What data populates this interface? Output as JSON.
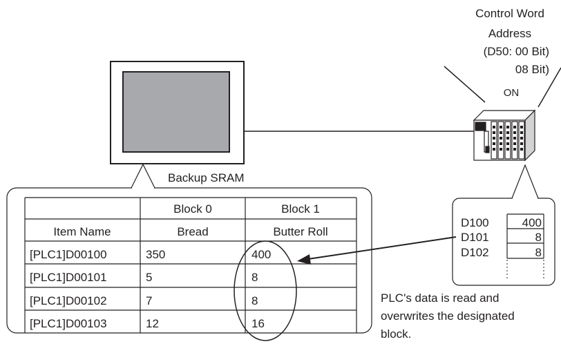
{
  "control_word": {
    "line1": "Control Word",
    "line2": "Address",
    "line3": "(D50: 00 Bit)",
    "line4": "08 Bit)",
    "state": "ON"
  },
  "backup_label": "Backup SRAM",
  "sram_table": {
    "headers": [
      "",
      "Block 0",
      "Block 1"
    ],
    "rows": [
      [
        "Item Name",
        "Bread",
        "Butter Roll"
      ],
      [
        "[PLC1]D00100",
        "350",
        "400"
      ],
      [
        "[PLC1]D00101",
        "5",
        "8"
      ],
      [
        "[PLC1]D00102",
        "7",
        "8"
      ],
      [
        "[PLC1]D00103",
        "12",
        "16"
      ]
    ]
  },
  "plc_data": [
    {
      "address": "D100",
      "value": "400"
    },
    {
      "address": "D101",
      "value": "8"
    },
    {
      "address": "D102",
      "value": "8"
    }
  ],
  "caption": {
    "line1": "PLC's data is read and",
    "line2": "overwrites the designated",
    "line3": "block."
  }
}
